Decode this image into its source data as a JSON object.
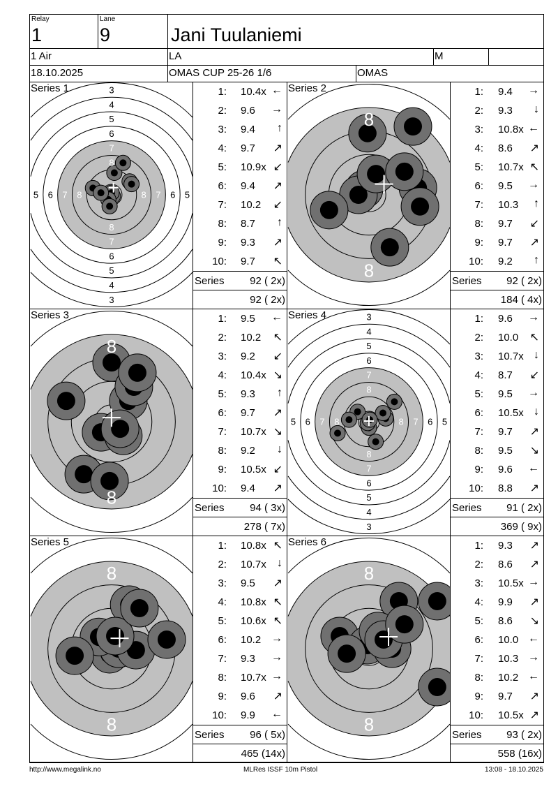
{
  "header": {
    "relay_label": "Relay",
    "relay": "1",
    "lane_label": "Lane",
    "lane": "9",
    "shooter_name": "Jani Tuulaniemi",
    "event": "1 Air",
    "class": "LA",
    "gender": "M",
    "extra": "",
    "date": "18.10.2025",
    "competition": "OMAS CUP 25-26 1/6",
    "club": "OMAS"
  },
  "series_label": "Series",
  "series": [
    {
      "title": "Series 1",
      "view": "wide",
      "shots": [
        {
          "n": "1:",
          "v": "10.4x",
          "dir": "←",
          "x": 0.7,
          "y": -0.7
        },
        {
          "n": "2:",
          "v": "9.6",
          "dir": "→",
          "x": -10.3,
          "y": 3.7
        },
        {
          "n": "3:",
          "v": "9.4",
          "dir": "↑",
          "x": 1.5,
          "y": 12.1
        },
        {
          "n": "4:",
          "v": "9.7",
          "dir": "↗",
          "x": 9.9,
          "y": 7.4
        },
        {
          "n": "5:",
          "v": "10.9x",
          "dir": "↙",
          "x": 0,
          "y": 1.1
        },
        {
          "n": "6:",
          "v": "9.4",
          "dir": "↗",
          "x": 6.3,
          "y": 17.6
        },
        {
          "n": "7:",
          "v": "10.2",
          "dir": "↙",
          "x": -1.8,
          "y": -2.6
        },
        {
          "n": "8:",
          "v": "8.7",
          "dir": "↑",
          "x": 11,
          "y": 5.9
        },
        {
          "n": "9:",
          "v": "9.3",
          "dir": "↗",
          "x": -1.1,
          "y": -6.3
        },
        {
          "n": "10:",
          "v": "9.7",
          "dir": "↖",
          "x": -5.9,
          "y": 1.1
        }
      ],
      "series_total": "92 ( 2x)",
      "running_total": "92 ( 2x)"
    },
    {
      "title": "Series 2",
      "view": "zoom",
      "shots": [
        {
          "n": "1:",
          "v": "9.4",
          "dir": "→",
          "x": 16.7,
          "y": 2.4
        },
        {
          "n": "2:",
          "v": "9.3",
          "dir": "↓",
          "x": -0.5,
          "y": 21
        },
        {
          "n": "3:",
          "v": "10.8x",
          "dir": "←",
          "x": -1.7,
          "y": 1.9
        },
        {
          "n": "4:",
          "v": "8.6",
          "dir": "↗",
          "x": 15,
          "y": 23.3
        },
        {
          "n": "5:",
          "v": "10.7x",
          "dir": "↖",
          "x": -3.6,
          "y": 0
        },
        {
          "n": "6:",
          "v": "9.5",
          "dir": "→",
          "x": 17.4,
          "y": -4
        },
        {
          "n": "7:",
          "v": "10.3",
          "dir": "↑",
          "x": 2.4,
          "y": 7.1
        },
        {
          "n": "8:",
          "v": "9.7",
          "dir": "↙",
          "x": -13.6,
          "y": -5.2
        },
        {
          "n": "9:",
          "v": "9.7",
          "dir": "↗",
          "x": 12.1,
          "y": 7.9
        },
        {
          "n": "10:",
          "v": "9.2",
          "dir": "↑",
          "x": 7.1,
          "y": -17.9
        }
      ],
      "series_total": "92 ( 2x)",
      "running_total": "184 ( 4x)"
    },
    {
      "title": "Series 3",
      "view": "zoom",
      "shots": [
        {
          "n": "1:",
          "v": "9.5",
          "dir": "←",
          "x": -15.5,
          "y": 7.1
        },
        {
          "n": "2:",
          "v": "10.2",
          "dir": "↖",
          "x": -3.6,
          "y": -3.6
        },
        {
          "n": "3:",
          "v": "9.2",
          "dir": "↙",
          "x": -9.5,
          "y": -17.9
        },
        {
          "n": "4:",
          "v": "10.4x",
          "dir": "↘",
          "x": 4,
          "y": -4.8
        },
        {
          "n": "5:",
          "v": "9.3",
          "dir": "↑",
          "x": 0,
          "y": 20.2
        },
        {
          "n": "6:",
          "v": "9.7",
          "dir": "↗",
          "x": 5.7,
          "y": 7.1
        },
        {
          "n": "7:",
          "v": "10.7x",
          "dir": "↘",
          "x": 2.9,
          "y": -2.4
        },
        {
          "n": "8:",
          "v": "9.2",
          "dir": "↓",
          "x": -0.7,
          "y": -20.2
        },
        {
          "n": "9:",
          "v": "10.5x",
          "dir": "↙",
          "x": 7.6,
          "y": 11.9
        },
        {
          "n": "10:",
          "v": "9.4",
          "dir": "↗",
          "x": 8.8,
          "y": 16.7
        }
      ],
      "series_total": "94 ( 3x)",
      "running_total": "278 ( 7x)"
    },
    {
      "title": "Series 4",
      "view": "wide",
      "shots": [
        {
          "n": "1:",
          "v": "9.6",
          "dir": "→",
          "x": 9.2,
          "y": 1.8
        },
        {
          "n": "2:",
          "v": "10.0",
          "dir": "↖",
          "x": -6.3,
          "y": 5.5
        },
        {
          "n": "3:",
          "v": "10.7x",
          "dir": "↓",
          "x": 0,
          "y": -3.3
        },
        {
          "n": "4:",
          "v": "8.7",
          "dir": "↙",
          "x": -17.3,
          "y": -6.3
        },
        {
          "n": "5:",
          "v": "9.5",
          "dir": "→",
          "x": 7.7,
          "y": 4.8
        },
        {
          "n": "6:",
          "v": "10.5x",
          "dir": "↓",
          "x": -0.7,
          "y": -0.7
        },
        {
          "n": "7:",
          "v": "9.7",
          "dir": "↗",
          "x": 14,
          "y": 11
        },
        {
          "n": "8:",
          "v": "9.5",
          "dir": "↘",
          "x": 3.7,
          "y": -11
        },
        {
          "n": "9:",
          "v": "9.6",
          "dir": "←",
          "x": -11,
          "y": 1.1
        },
        {
          "n": "10:",
          "v": "8.8",
          "dir": "↗",
          "x": 0.4,
          "y": 1.1
        }
      ],
      "series_total": "91 ( 2x)",
      "running_total": "369 ( 9x)"
    },
    {
      "title": "Series 5",
      "view": "zoom",
      "shots": [
        {
          "n": "1:",
          "v": "10.8x",
          "dir": "↖",
          "x": -1.2,
          "y": 0
        },
        {
          "n": "2:",
          "v": "10.7x",
          "dir": "↓",
          "x": -0.7,
          "y": -1.9
        },
        {
          "n": "3:",
          "v": "9.5",
          "dir": "↗",
          "x": 6,
          "y": 15
        },
        {
          "n": "4:",
          "v": "10.8x",
          "dir": "↖",
          "x": 2.4,
          "y": 0
        },
        {
          "n": "5:",
          "v": "10.6x",
          "dir": "↖",
          "x": -4.3,
          "y": 4
        },
        {
          "n": "6:",
          "v": "10.2",
          "dir": "→",
          "x": 8.3,
          "y": -0.5
        },
        {
          "n": "7:",
          "v": "9.3",
          "dir": "→",
          "x": 18.8,
          "y": 3.1
        },
        {
          "n": "8:",
          "v": "10.7x",
          "dir": "→",
          "x": 1.2,
          "y": 4.3
        },
        {
          "n": "9:",
          "v": "9.6",
          "dir": "↗",
          "x": 9.5,
          "y": 13.8
        },
        {
          "n": "10:",
          "v": "9.9",
          "dir": "←",
          "x": -12.6,
          "y": -2.4
        }
      ],
      "series_total": "96 ( 5x)",
      "running_total": "465 (14x)"
    },
    {
      "title": "Series 6",
      "view": "zoom",
      "shots": [
        {
          "n": "1:",
          "v": "9.3",
          "dir": "↗",
          "x": -10,
          "y": 4.3
        },
        {
          "n": "2:",
          "v": "8.6",
          "dir": "↗",
          "x": 23.3,
          "y": 16.2
        },
        {
          "n": "3:",
          "v": "10.5x",
          "dir": "→",
          "x": -0.5,
          "y": 1.2
        },
        {
          "n": "4:",
          "v": "9.9",
          "dir": "↗",
          "x": 10.2,
          "y": 16.2
        },
        {
          "n": "5:",
          "v": "8.6",
          "dir": "↘",
          "x": 23.3,
          "y": -13.1
        },
        {
          "n": "6:",
          "v": "10.0",
          "dir": "←",
          "x": 3.1,
          "y": 6
        },
        {
          "n": "7:",
          "v": "10.3",
          "dir": "→",
          "x": 7.9,
          "y": 0
        },
        {
          "n": "8:",
          "v": "10.2",
          "dir": "←",
          "x": 5,
          "y": 3.1
        },
        {
          "n": "9:",
          "v": "9.7",
          "dir": "↗",
          "x": 12.1,
          "y": 8.3
        },
        {
          "n": "10:",
          "v": "10.5x",
          "dir": "↗",
          "x": -7.6,
          "y": -1.7
        }
      ],
      "series_total": "93 ( 2x)",
      "running_total": "558 (16x)"
    }
  ],
  "footer": {
    "url": "http://www.megalink.no",
    "software": "MLRes ISSF 10m Pistol",
    "timestamp": "13:08 - 18.10.2025"
  }
}
